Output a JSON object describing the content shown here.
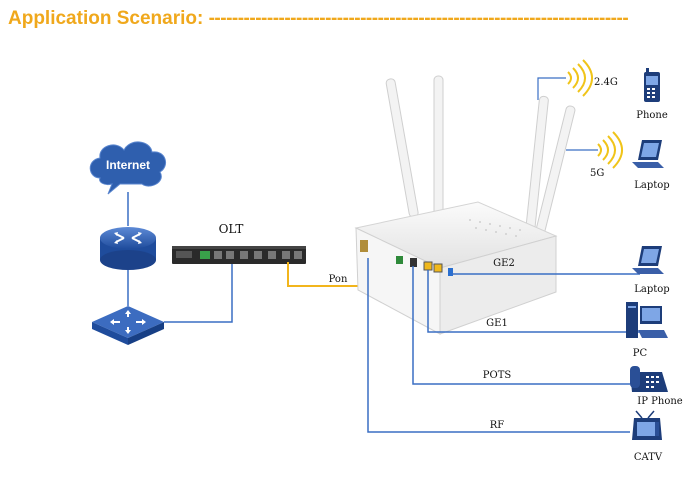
{
  "header": {
    "title": "Application Scenario:",
    "dashes": "------------------------------------------------------------------------"
  },
  "labels": {
    "internet": "Internet",
    "olt": "OLT",
    "pon": "Pon",
    "ge2": "GE2",
    "ge1": "GE1",
    "pots": "POTS",
    "rf": "RF",
    "band_24": "2.4G",
    "band_5": "5G"
  },
  "devices": {
    "phone": "Phone",
    "laptop_wifi": "Laptop",
    "laptop_wired": "Laptop",
    "pc": "PC",
    "ip_phone": "IP Phone",
    "catv": "CATV"
  },
  "colors": {
    "title": "#f0a81c",
    "blue_link": "#3a6fc4",
    "pon_link": "#f2b51c",
    "network_device": "#2f5fae",
    "wifi_wave": "#f0c419"
  }
}
